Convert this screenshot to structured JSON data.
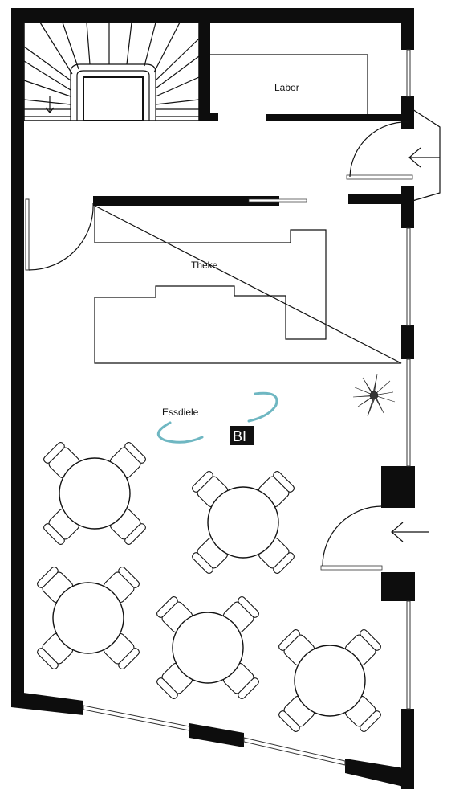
{
  "labels": {
    "labor": "Labor",
    "theke": "Theke",
    "essdiele": "Essdiele"
  },
  "colors": {
    "wall": "#0d0d0d",
    "line": "#111111",
    "watermark": "#6fb7c2",
    "plant": "#444444"
  },
  "icons": {
    "entrance_arrows": "left-arrow-icon",
    "plant": "plant-icon",
    "logo_text": "BI"
  }
}
